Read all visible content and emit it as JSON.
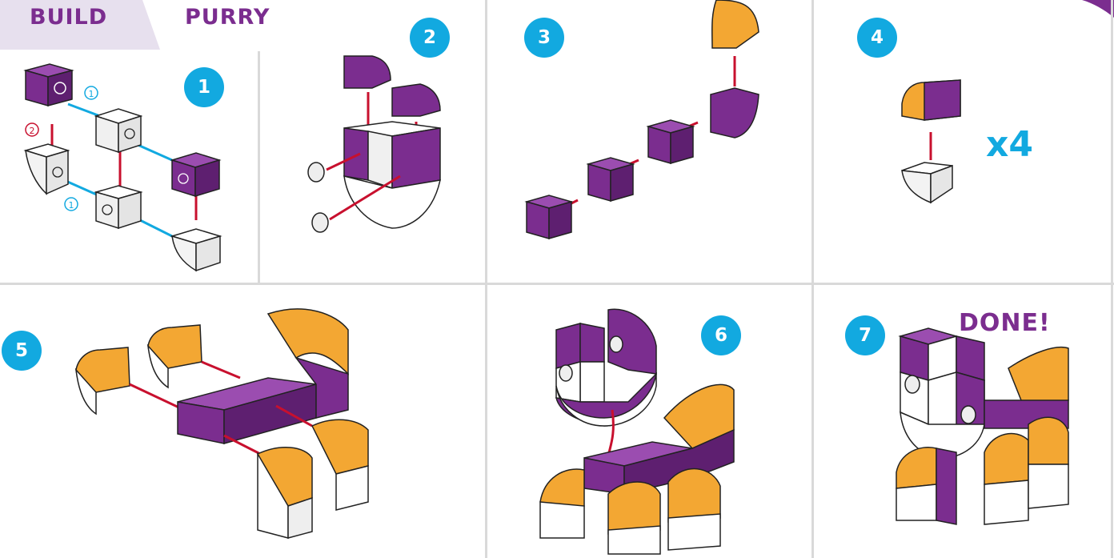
{
  "header": {
    "tab_label": "BUILD",
    "model_name": "PURRY"
  },
  "steps": [
    {
      "number": "1"
    },
    {
      "number": "2"
    },
    {
      "number": "3"
    },
    {
      "number": "4"
    },
    {
      "number": "5"
    },
    {
      "number": "6"
    },
    {
      "number": "7"
    }
  ],
  "step1_markers": {
    "first": "1",
    "second": "2",
    "third": "1"
  },
  "step4_multiplier": "x4",
  "step7_done": "DONE!",
  "colors": {
    "purple": "#7b2d8f",
    "orange": "#f3a733",
    "blue": "#12a9e0",
    "red": "#c8102e",
    "tab_bg": "#e7e0ee"
  }
}
